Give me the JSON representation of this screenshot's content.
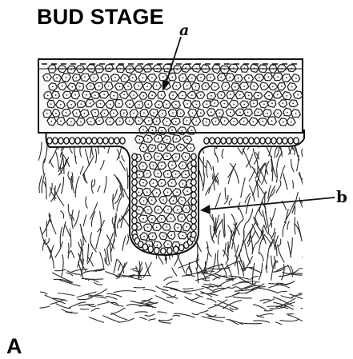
{
  "title": "BUD STAGE",
  "labels": {
    "a": "a",
    "b": "b"
  },
  "panel_label": "A"
}
